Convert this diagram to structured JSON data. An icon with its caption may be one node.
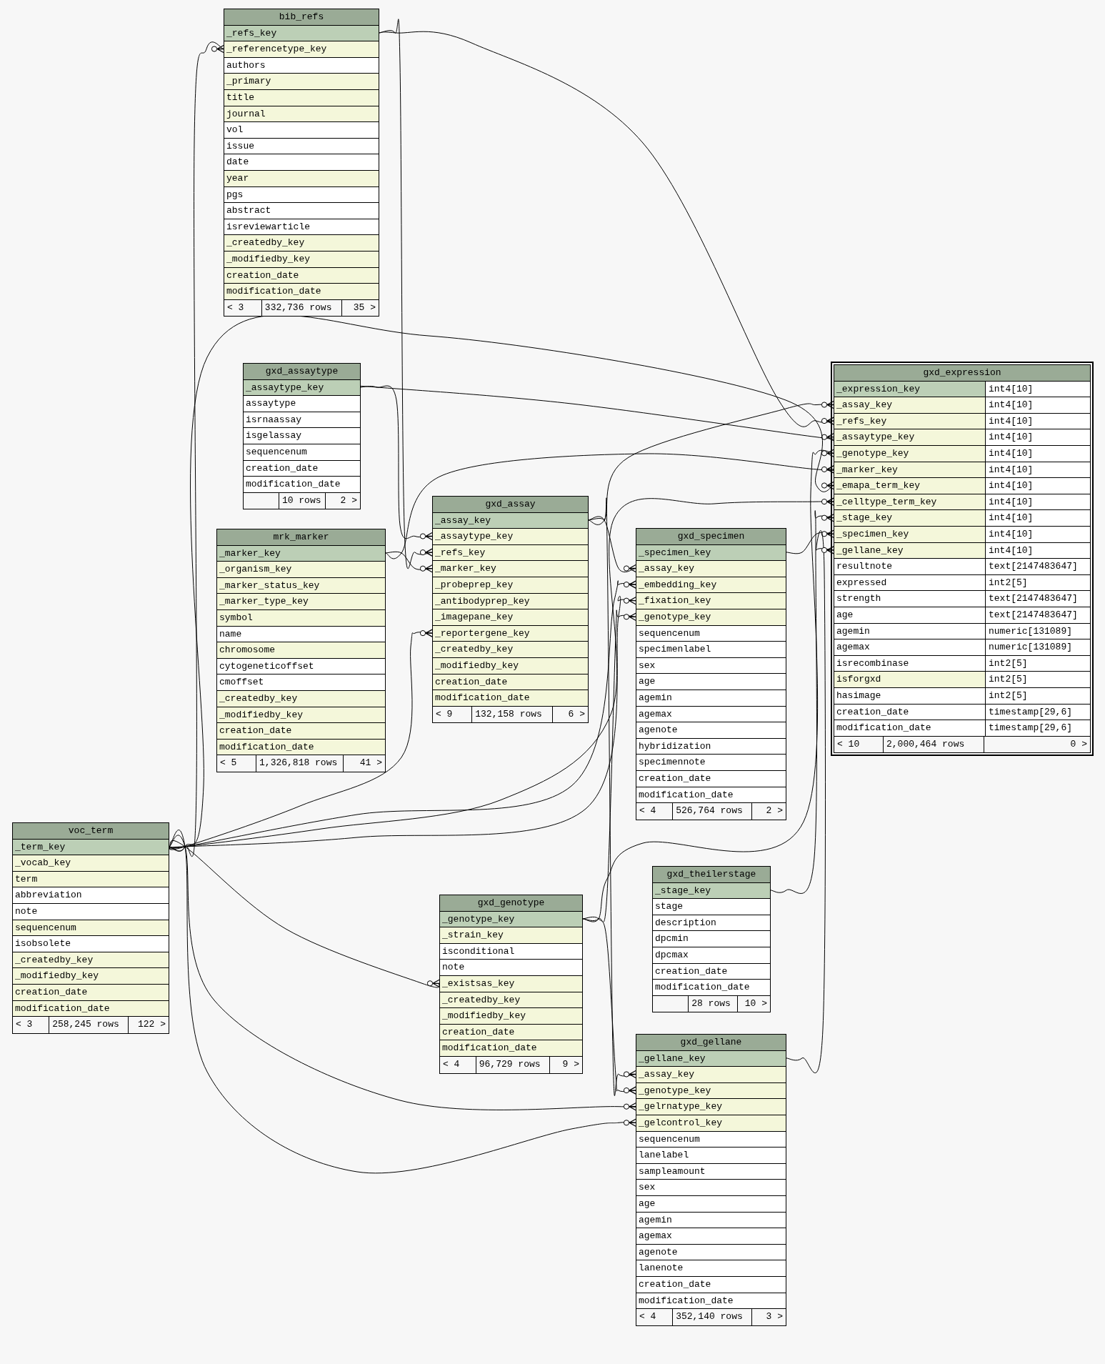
{
  "diagram": {
    "nodes": [
      {
        "text": [
          "bib_refs"
        ]
      },
      {
        "text": [
          "_refs_key"
        ],
        "in": 0
      },
      {
        "text": [
          "_referencetype_key"
        ],
        "in": 0
      },
      {
        "text": [
          "authors"
        ],
        "in": 0
      },
      {
        "text": [
          "_primary"
        ],
        "in": 0
      },
      {
        "text": [
          "title"
        ],
        "in": 0
      },
      {
        "text": [
          "journal"
        ],
        "in": 0
      },
      {
        "text": [
          "vol"
        ],
        "in": 0
      },
      {
        "text": [
          "issue"
        ],
        "in": 0
      },
      {
        "text": [
          "date"
        ],
        "in": 0
      },
      {
        "text": [
          "year"
        ],
        "in": 0
      },
      {
        "text": [
          "pgs"
        ],
        "in": 0
      },
      {
        "text": [
          "abstract"
        ],
        "in": 0
      },
      {
        "text": [
          "isreviewarticle"
        ],
        "in": 0
      },
      {
        "text": [
          "_createdby_key"
        ],
        "in": 0
      },
      {
        "text": [
          "_modifiedby_key"
        ],
        "in": 0
      },
      {
        "text": [
          "creation_date"
        ],
        "in": 0
      },
      {
        "text": [
          "modification_date"
        ],
        "in": 0
      },
      {
        "text": [
          "< 3",
          "332,736 rows",
          "35 >"
        ],
        "in": 0
      },
      {
        "text": [
          "gxd_assaytype"
        ]
      },
      {
        "text": [
          "_assaytype_key"
        ],
        "in": 19
      },
      {
        "text": [
          "assaytype"
        ],
        "in": 19
      },
      {
        "text": [
          "isrnaassay"
        ],
        "in": 19
      },
      {
        "text": [
          "isgelassay"
        ],
        "in": 19
      },
      {
        "text": [
          "sequencenum"
        ],
        "in": 19
      },
      {
        "text": [
          "creation_date"
        ],
        "in": 19
      },
      {
        "text": [
          "modification_date"
        ],
        "in": 19
      },
      {
        "text": [
          "10 rows",
          "2 >"
        ],
        "in": 19
      },
      {
        "text": [
          "mrk_marker"
        ]
      },
      {
        "text": [
          "_marker_key"
        ],
        "in": 28
      },
      {
        "text": [
          "_organism_key"
        ],
        "in": 28
      },
      {
        "text": [
          "_marker_status_key"
        ],
        "in": 28
      },
      {
        "text": [
          "_marker_type_key"
        ],
        "in": 28
      },
      {
        "text": [
          "symbol"
        ],
        "in": 28
      },
      {
        "text": [
          "name"
        ],
        "in": 28
      },
      {
        "text": [
          "chromosome"
        ],
        "in": 28
      },
      {
        "text": [
          "cytogeneticoffset"
        ],
        "in": 28
      },
      {
        "text": [
          "cmoffset"
        ],
        "in": 28
      },
      {
        "text": [
          "_createdby_key"
        ],
        "in": 28
      },
      {
        "text": [
          "_modifiedby_key"
        ],
        "in": 28
      },
      {
        "text": [
          "creation_date"
        ],
        "in": 28
      },
      {
        "text": [
          "modification_date"
        ],
        "in": 28
      },
      {
        "text": [
          "< 5",
          "1,326,818 rows",
          "41 >"
        ],
        "in": 28
      },
      {
        "text": [
          "gxd_assay"
        ]
      },
      {
        "text": [
          "_assay_key"
        ],
        "in": 43
      },
      {
        "text": [
          "_assaytype_key"
        ],
        "in": 43
      },
      {
        "text": [
          "_refs_key"
        ],
        "in": 43
      },
      {
        "text": [
          "_marker_key"
        ],
        "in": 43
      },
      {
        "text": [
          "_probeprep_key"
        ],
        "in": 43
      },
      {
        "text": [
          "_antibodyprep_key"
        ],
        "in": 43
      },
      {
        "text": [
          "_imagepane_key"
        ],
        "in": 43
      },
      {
        "text": [
          "_reportergene_key"
        ],
        "in": 43
      },
      {
        "text": [
          "_createdby_key"
        ],
        "in": 43
      },
      {
        "text": [
          "_modifiedby_key"
        ],
        "in": 43
      },
      {
        "text": [
          "creation_date"
        ],
        "in": 43
      },
      {
        "text": [
          "modification_date"
        ],
        "in": 43
      },
      {
        "text": [
          "< 9",
          "132,158 rows",
          "6 >"
        ],
        "in": 43
      },
      {
        "text": [
          "gxd_specimen"
        ]
      },
      {
        "text": [
          "_specimen_key"
        ],
        "in": 57
      },
      {
        "text": [
          "_assay_key"
        ],
        "in": 57
      },
      {
        "text": [
          "_embedding_key"
        ],
        "in": 57
      },
      {
        "text": [
          "_fixation_key"
        ],
        "in": 57
      },
      {
        "text": [
          "_genotype_key"
        ],
        "in": 57
      },
      {
        "text": [
          "sequencenum"
        ],
        "in": 57
      },
      {
        "text": [
          "specimenlabel"
        ],
        "in": 57
      },
      {
        "text": [
          "sex"
        ],
        "in": 57
      },
      {
        "text": [
          "age"
        ],
        "in": 57
      },
      {
        "text": [
          "agemin"
        ],
        "in": 57
      },
      {
        "text": [
          "agemax"
        ],
        "in": 57
      },
      {
        "text": [
          "agenote"
        ],
        "in": 57
      },
      {
        "text": [
          "hybridization"
        ],
        "in": 57
      },
      {
        "text": [
          "specimennote"
        ],
        "in": 57
      },
      {
        "text": [
          "creation_date"
        ],
        "in": 57
      },
      {
        "text": [
          "modification_date"
        ],
        "in": 57
      },
      {
        "text": [
          "< 4",
          "526,764 rows",
          "2 >"
        ],
        "in": 57
      },
      {
        "text": [
          "gxd_expression"
        ]
      },
      {
        "text": [
          "_expression_key",
          "int4[10]"
        ],
        "in": 75
      },
      {
        "text": [
          "_assay_key",
          "int4[10]"
        ],
        "in": 75
      },
      {
        "text": [
          "_refs_key",
          "int4[10]"
        ],
        "in": 75
      },
      {
        "text": [
          "_assaytype_key",
          "int4[10]"
        ],
        "in": 75
      },
      {
        "text": [
          "_genotype_key",
          "int4[10]"
        ],
        "in": 75
      },
      {
        "text": [
          "_marker_key",
          "int4[10]"
        ],
        "in": 75
      },
      {
        "text": [
          "_emapa_term_key",
          "int4[10]"
        ],
        "in": 75
      },
      {
        "text": [
          "_celltype_term_key",
          "int4[10]"
        ],
        "in": 75
      },
      {
        "text": [
          "_stage_key",
          "int4[10]"
        ],
        "in": 75
      },
      {
        "text": [
          "_specimen_key",
          "int4[10]"
        ],
        "in": 75
      },
      {
        "text": [
          "_gellane_key",
          "int4[10]"
        ],
        "in": 75
      },
      {
        "text": [
          "resultnote",
          "text[2147483647]"
        ],
        "in": 75
      },
      {
        "text": [
          "expressed",
          "int2[5]"
        ],
        "in": 75
      },
      {
        "text": [
          "strength",
          "text[2147483647]"
        ],
        "in": 75
      },
      {
        "text": [
          "age",
          "text[2147483647]"
        ],
        "in": 75
      },
      {
        "text": [
          "agemin",
          "numeric[131089]"
        ],
        "in": 75
      },
      {
        "text": [
          "agemax",
          "numeric[131089]"
        ],
        "in": 75
      },
      {
        "text": [
          "isrecombinase",
          "int2[5]"
        ],
        "in": 75
      },
      {
        "text": [
          "isforgxd",
          "int2[5]"
        ],
        "in": 75
      },
      {
        "text": [
          "hasimage",
          "int2[5]"
        ],
        "in": 75
      },
      {
        "text": [
          "creation_date",
          "timestamp[29,6]"
        ],
        "in": 75
      },
      {
        "text": [
          "modification_date",
          "timestamp[29,6]"
        ],
        "in": 75
      },
      {
        "text": [
          "< 10",
          "2,000,464 rows",
          "0 >"
        ],
        "in": 75
      },
      {
        "text": [
          "voc_term"
        ]
      },
      {
        "text": [
          "_term_key"
        ],
        "in": 99
      },
      {
        "text": [
          "_vocab_key"
        ],
        "in": 99
      },
      {
        "text": [
          "term"
        ],
        "in": 99
      },
      {
        "text": [
          "abbreviation"
        ],
        "in": 99
      },
      {
        "text": [
          "note"
        ],
        "in": 99
      },
      {
        "text": [
          "sequencenum"
        ],
        "in": 99
      },
      {
        "text": [
          "isobsolete"
        ],
        "in": 99
      },
      {
        "text": [
          "_createdby_key"
        ],
        "in": 99
      },
      {
        "text": [
          "_modifiedby_key"
        ],
        "in": 99
      },
      {
        "text": [
          "creation_date"
        ],
        "in": 99
      },
      {
        "text": [
          "modification_date"
        ],
        "in": 99
      },
      {
        "text": [
          "< 3",
          "258,245 rows",
          "122 >"
        ],
        "in": 99
      },
      {
        "text": [
          "gxd_genotype"
        ]
      },
      {
        "text": [
          "_genotype_key"
        ],
        "in": 112
      },
      {
        "text": [
          "_strain_key"
        ],
        "in": 112
      },
      {
        "text": [
          "isconditional"
        ],
        "in": 112
      },
      {
        "text": [
          "note"
        ],
        "in": 112
      },
      {
        "text": [
          "_existsas_key"
        ],
        "in": 112
      },
      {
        "text": [
          "_createdby_key"
        ],
        "in": 112
      },
      {
        "text": [
          "_modifiedby_key"
        ],
        "in": 112
      },
      {
        "text": [
          "creation_date"
        ],
        "in": 112
      },
      {
        "text": [
          "modification_date"
        ],
        "in": 112
      },
      {
        "text": [
          "< 4",
          "96,729 rows",
          "9 >"
        ],
        "in": 112
      },
      {
        "text": [
          "gxd_theilerstage"
        ]
      },
      {
        "text": [
          "_stage_key"
        ],
        "in": 123
      },
      {
        "text": [
          "stage"
        ],
        "in": 123
      },
      {
        "text": [
          "description"
        ],
        "in": 123
      },
      {
        "text": [
          "dpcmin"
        ],
        "in": 123
      },
      {
        "text": [
          "dpcmax"
        ],
        "in": 123
      },
      {
        "text": [
          "creation_date"
        ],
        "in": 123
      },
      {
        "text": [
          "modification_date"
        ],
        "in": 123
      },
      {
        "text": [
          "28 rows",
          "10 >"
        ],
        "in": 123
      },
      {
        "text": [
          "gxd_gellane"
        ]
      },
      {
        "text": [
          "_gellane_key"
        ],
        "in": 132
      },
      {
        "text": [
          "_assay_key"
        ],
        "in": 132
      },
      {
        "text": [
          "_genotype_key"
        ],
        "in": 132
      },
      {
        "text": [
          "_gelrnatype_key"
        ],
        "in": 132
      },
      {
        "text": [
          "_gelcontrol_key"
        ],
        "in": 132
      },
      {
        "text": [
          "sequencenum"
        ],
        "in": 132
      },
      {
        "text": [
          "lanelabel"
        ],
        "in": 132
      },
      {
        "text": [
          "sampleamount"
        ],
        "in": 132
      },
      {
        "text": [
          "sex"
        ],
        "in": 132
      },
      {
        "text": [
          "age"
        ],
        "in": 132
      },
      {
        "text": [
          "agemin"
        ],
        "in": 132
      },
      {
        "text": [
          "agemax"
        ],
        "in": 132
      },
      {
        "text": [
          "agenote"
        ],
        "in": 132
      },
      {
        "text": [
          "lanenote"
        ],
        "in": 132
      },
      {
        "text": [
          "creation_date"
        ],
        "in": 132
      },
      {
        "text": [
          "modification_date"
        ],
        "in": 132
      },
      {
        "text": [
          "< 4",
          "352,140 rows",
          "3 >"
        ],
        "in": 132
      }
    ],
    "edges": [
      {
        "from": 2,
        "to": 100,
        "arrow": "other"
      },
      {
        "from": 45,
        "to": 20,
        "arrow": "other"
      },
      {
        "from": 46,
        "to": 1,
        "arrow": "other"
      },
      {
        "from": 47,
        "to": 29,
        "arrow": "other"
      },
      {
        "from": 51,
        "to": 100,
        "arrow": "other"
      },
      {
        "from": 77,
        "to": 44,
        "arrow": "other"
      },
      {
        "from": 78,
        "to": 1,
        "arrow": "other"
      },
      {
        "from": 79,
        "to": 20,
        "arrow": "other"
      },
      {
        "from": 80,
        "to": 113,
        "arrow": "other"
      },
      {
        "from": 81,
        "to": 29,
        "arrow": "other"
      },
      {
        "from": 82,
        "to": 100,
        "arrow": "other"
      },
      {
        "from": 83,
        "to": 100,
        "arrow": "other"
      },
      {
        "from": 84,
        "to": 124,
        "arrow": "other"
      },
      {
        "from": 85,
        "to": 58,
        "arrow": "other"
      },
      {
        "from": 86,
        "to": 133,
        "arrow": "other"
      },
      {
        "from": 59,
        "to": 44,
        "arrow": "other"
      },
      {
        "from": 60,
        "to": 100,
        "arrow": "other"
      },
      {
        "from": 61,
        "to": 100,
        "arrow": "other"
      },
      {
        "from": 62,
        "to": 113,
        "arrow": "other"
      },
      {
        "from": 117,
        "to": 100,
        "arrow": "other"
      },
      {
        "from": 134,
        "to": 44,
        "arrow": "other"
      },
      {
        "from": 135,
        "to": 113,
        "arrow": "other"
      },
      {
        "from": 136,
        "to": 100,
        "arrow": "other"
      },
      {
        "from": 137,
        "to": 100,
        "arrow": "other"
      }
    ]
  }
}
